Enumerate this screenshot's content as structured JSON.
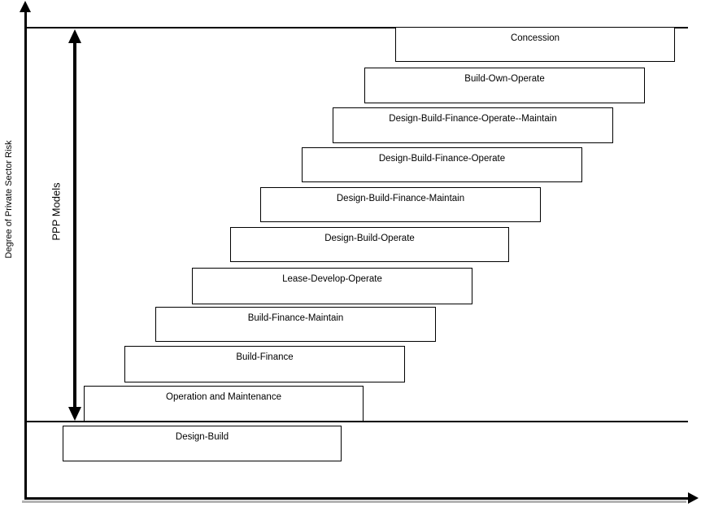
{
  "diagram": {
    "y_axis_label": "Degree of Private Sector Risk",
    "ppp_arrow_label": "PPP Models",
    "models": [
      {
        "label": "Concession"
      },
      {
        "label": "Build-Own-Operate"
      },
      {
        "label": "Design-Build-Finance-Operate--Maintain"
      },
      {
        "label": "Design-Build-Finance-Operate"
      },
      {
        "label": "Design-Build-Finance-Maintain"
      },
      {
        "label": "Design-Build-Operate"
      },
      {
        "label": "Lease-Develop-Operate"
      },
      {
        "label": "Build-Finance-Maintain"
      },
      {
        "label": "Build-Finance"
      },
      {
        "label": "Operation and Maintenance"
      },
      {
        "label": "Design-Build"
      }
    ],
    "colors": {
      "line": "#000000",
      "box_border": "#000000",
      "box_fill": "#ffffff",
      "background": "#ffffff",
      "axis_shadow": "#b3b3b3"
    }
  }
}
